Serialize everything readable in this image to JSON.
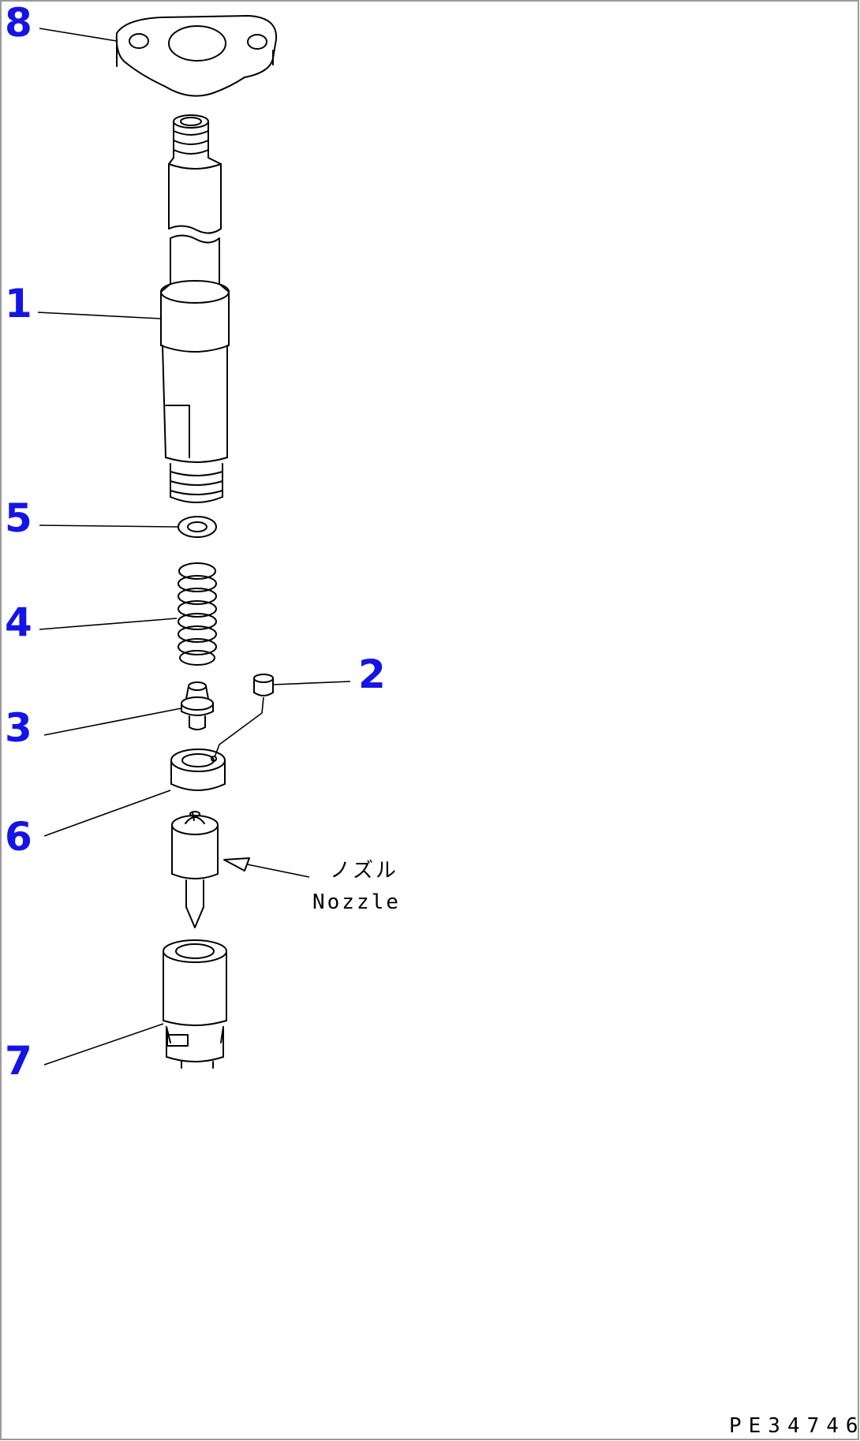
{
  "callouts": [
    {
      "id": "8",
      "label": "8"
    },
    {
      "id": "1",
      "label": "1"
    },
    {
      "id": "5",
      "label": "5"
    },
    {
      "id": "4",
      "label": "4"
    },
    {
      "id": "2",
      "label": "2"
    },
    {
      "id": "3",
      "label": "3"
    },
    {
      "id": "6",
      "label": "6"
    },
    {
      "id": "7",
      "label": "7"
    }
  ],
  "nozzle_note": {
    "jp": "ノズル",
    "en": "Nozzle"
  },
  "drawing_code": "PE34746",
  "colors": {
    "callout": "#1414e6",
    "line": "#000000",
    "frame": "#9a9a9a"
  }
}
